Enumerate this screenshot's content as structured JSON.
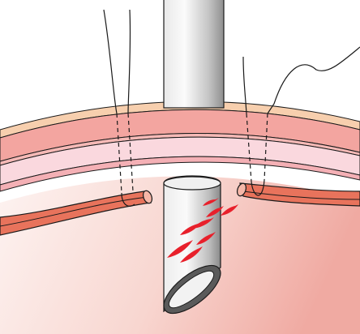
{
  "illustration": {
    "subject": "cannula-insertion-through-layered-wall",
    "colors": {
      "background": "#ffffff",
      "cavity_light": "#fdf1ee",
      "cavity_dark": "#f2b3ab",
      "outer_layer": "#f5cba9",
      "muscle_layer": "#f4a6a0",
      "fascia_layer": "#f9d7dc",
      "vessel": "#e8735c",
      "tube_light": "#f4f4f4",
      "tube_dark": "#9a9a9a",
      "splash": "#e8202b",
      "outline": "#1a1a1a"
    },
    "parts": [
      "outer-tube",
      "inserted-cannula",
      "layered-wall",
      "severed-vessel-left",
      "severed-vessel-right",
      "stay-suture-left",
      "stay-suture-right",
      "blood-jets"
    ]
  }
}
